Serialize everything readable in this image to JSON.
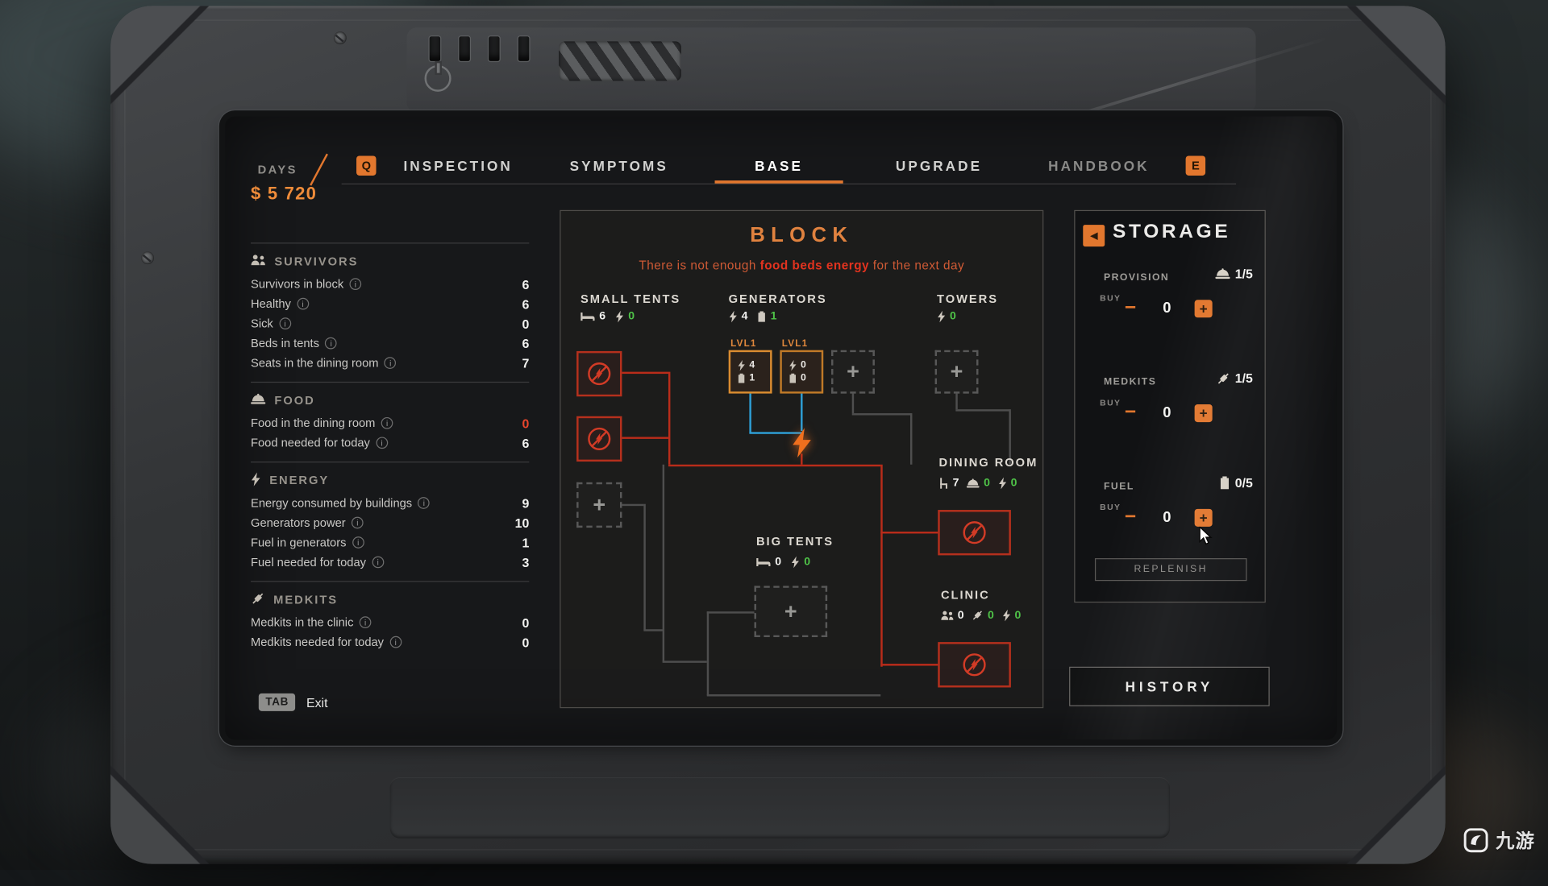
{
  "colors": {
    "accent_orange": "#e2772e",
    "money_orange": "#ef8c3a",
    "alert_red": "#e2331f",
    "ok_green": "#4fc348",
    "wire_red": "#b92c1a",
    "wire_blue": "#2e9fd6"
  },
  "icons": {
    "plus": "+",
    "minus": "−",
    "info": "i",
    "back": "◀"
  },
  "header": {
    "days_label": "DAYS",
    "money": "$ 5 720",
    "key_prev": "Q",
    "key_next": "E",
    "tabs": [
      "INSPECTION",
      "SYMPTOMS",
      "BASE",
      "UPGRADE",
      "HANDBOOK"
    ]
  },
  "sidebar": {
    "sections": [
      {
        "title": "SURVIVORS",
        "rows": [
          {
            "label": "Survivors in block",
            "value": "6"
          },
          {
            "label": "Healthy",
            "value": "6"
          },
          {
            "label": "Sick",
            "value": "0"
          },
          {
            "label": "Beds in tents",
            "value": "6"
          },
          {
            "label": "Seats in the dining room",
            "value": "7"
          }
        ]
      },
      {
        "title": "FOOD",
        "rows": [
          {
            "label": "Food in the dining room",
            "value": "0"
          },
          {
            "label": "Food needed for today",
            "value": "6"
          }
        ]
      },
      {
        "title": "ENERGY",
        "rows": [
          {
            "label": "Energy consumed by buildings",
            "value": "9"
          },
          {
            "label": "Generators power",
            "value": "10"
          },
          {
            "label": "Fuel in generators",
            "value": "1"
          },
          {
            "label": "Fuel needed for today",
            "value": "3"
          }
        ]
      },
      {
        "title": "MEDKITS",
        "rows": [
          {
            "label": "Medkits in the clinic",
            "value": "0"
          },
          {
            "label": "Medkits needed for today",
            "value": "0"
          }
        ]
      }
    ],
    "exit_key": "TAB",
    "exit_label": "Exit"
  },
  "block": {
    "title": "BLOCK",
    "warning_pre": "There is not enough ",
    "warning_highlight": "food beds energy",
    "warning_post": " for the next day",
    "small_tents": {
      "label": "SMALL TENTS",
      "beds": "6",
      "energy": "0"
    },
    "generators": {
      "label": "GENERATORS",
      "energy": "4",
      "fuel": "1"
    },
    "towers": {
      "label": "TOWERS",
      "energy": "0"
    },
    "generator_slots": [
      {
        "level": "LVL1",
        "energy": "4",
        "fuel": "1"
      },
      {
        "level": "LVL1",
        "energy": "0",
        "fuel": "0"
      }
    ],
    "dining_room": {
      "label": "DINING ROOM",
      "seats": "7",
      "food": "0",
      "energy": "0"
    },
    "big_tents": {
      "label": "BIG TENTS",
      "beds": "0",
      "energy": "0"
    },
    "clinic": {
      "label": "CLINIC",
      "patients": "0",
      "medkits": "0",
      "energy": "0"
    }
  },
  "storage": {
    "title": "STORAGE",
    "buy_label": "BUY",
    "items": [
      {
        "name": "PROVISION",
        "stock": "1/5",
        "quantity": "0"
      },
      {
        "name": "MEDKITS",
        "stock": "1/5",
        "quantity": "0"
      },
      {
        "name": "FUEL",
        "stock": "0/5",
        "quantity": "0"
      }
    ],
    "replenish_label": "REPLENISH"
  },
  "history_label": "HISTORY",
  "watermark": "九游"
}
